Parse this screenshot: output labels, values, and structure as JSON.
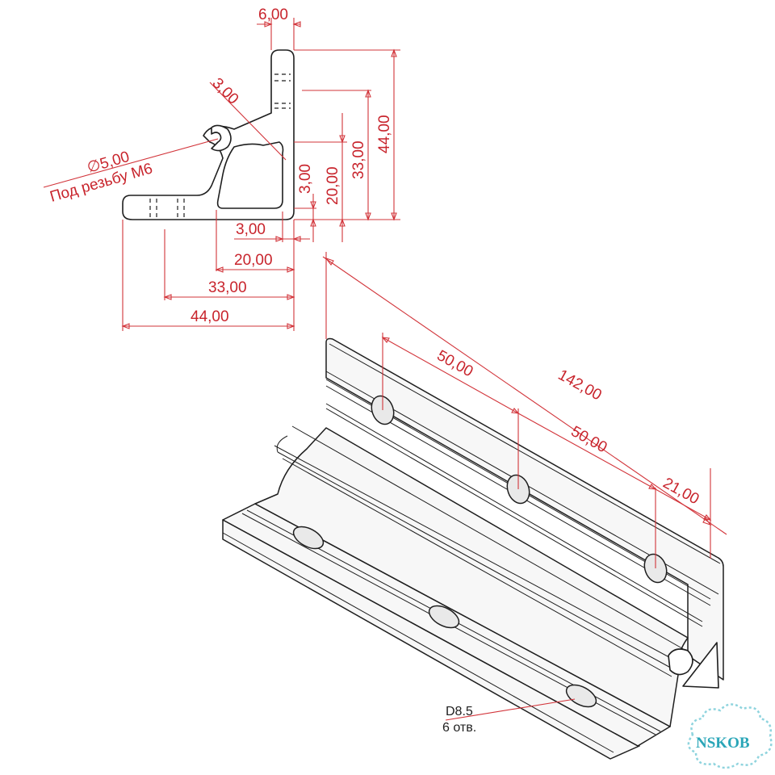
{
  "section_view": {
    "dimensions": {
      "wall_thickness": "6,00",
      "fillet": "3,00",
      "bore_diameter": "∅5,00",
      "thread_note": "Под резьбу М6",
      "vertical_small": "3,00",
      "vertical_mid": "20,00",
      "vertical_upper": "33,00",
      "vertical_total": "44,00",
      "horizontal_small": "3,00",
      "horizontal_mid": "20,00",
      "horizontal_upper": "33,00",
      "horizontal_total": "44,00"
    }
  },
  "iso_view": {
    "dimensions": {
      "hole_spacing_1": "50,00",
      "total_length": "142,00",
      "hole_spacing_2": "50,00",
      "end_offset": "21,00"
    },
    "hole_note": {
      "line1": "D8.5",
      "line2": "6 отв."
    }
  },
  "watermark": {
    "text": "NSKOB",
    "color": "#2aa6b8"
  },
  "colors": {
    "dimension": "#d2343a",
    "outline": "#1e1e1e"
  }
}
